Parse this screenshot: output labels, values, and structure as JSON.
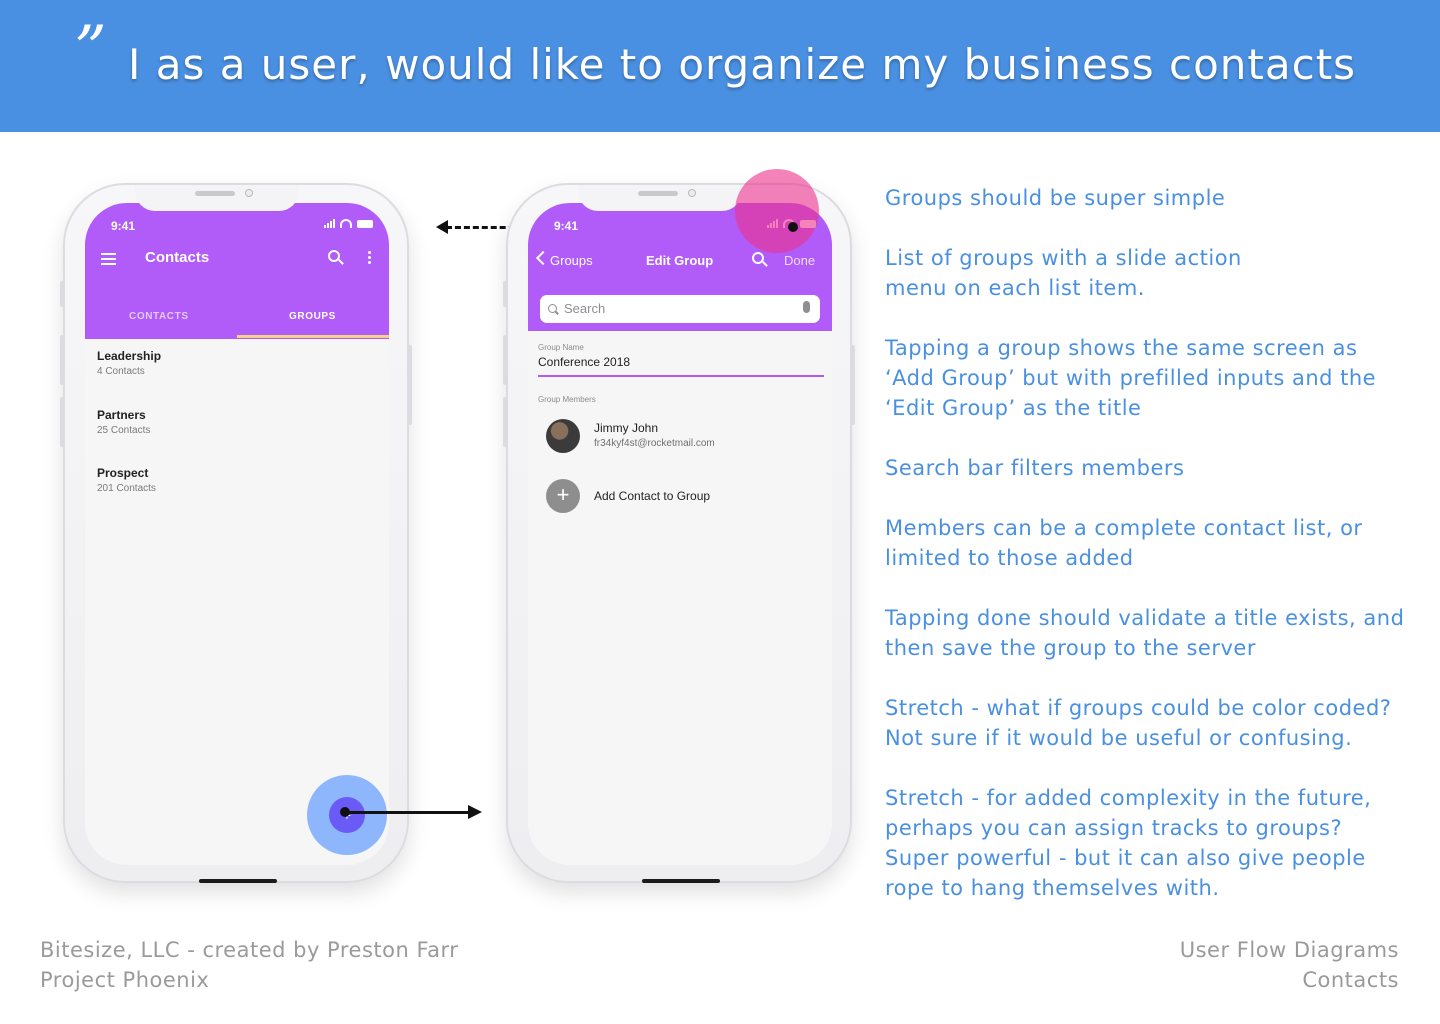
{
  "banner": {
    "quote_mark": "”",
    "headline": "I as a user, would like to organize my business contacts",
    "color": "#4a90e2"
  },
  "phone_contacts": {
    "status_time": "9:41",
    "title": "Contacts",
    "tabs": [
      {
        "label": "CONTACTS",
        "active": false
      },
      {
        "label": "GROUPS",
        "active": true
      }
    ],
    "groups": [
      {
        "name": "Leadership",
        "count": "4 Contacts"
      },
      {
        "name": "Partners",
        "count": "25 Contacts"
      },
      {
        "name": "Prospect",
        "count": "201 Contacts"
      }
    ],
    "fab_label": "+",
    "accent": "#b15cf9"
  },
  "phone_edit_group": {
    "status_time": "9:41",
    "back_label": "Groups",
    "title": "Edit Group",
    "done_label": "Done",
    "search_placeholder": "Search",
    "group_name_label": "Group Name",
    "group_name_value": "Conference 2018",
    "group_members_label": "Group Members",
    "member": {
      "name": "Jimmy John",
      "email": "fr34kyf4st@rocketmail.com"
    },
    "add_contact_label": "Add Contact to Group"
  },
  "notes": [
    "Groups should be super simple",
    "List of groups with a slide action\nmenu on each list item.",
    "Tapping a group shows the same screen as\n‘Add Group’ but with prefilled inputs and the\n‘Edit Group’ as the title",
    "Search bar filters members",
    "Members can be a complete contact list, or\nlimited to those added",
    "Tapping done should validate a title exists, and\nthen save the group to the server",
    "Stretch - what if groups could be color coded?\nNot sure if it would be useful or confusing.",
    "Stretch - for added complexity in the future,\nperhaps you can assign tracks to groups?\nSuper powerful - but it can also give people\nrope to hang themselves with."
  ],
  "footer": {
    "left_line1": "Bitesize, LLC - created by Preston Farr",
    "left_line2": "Project Phoenix",
    "right_line1": "User Flow Diagrams",
    "right_line2": "Contacts"
  }
}
